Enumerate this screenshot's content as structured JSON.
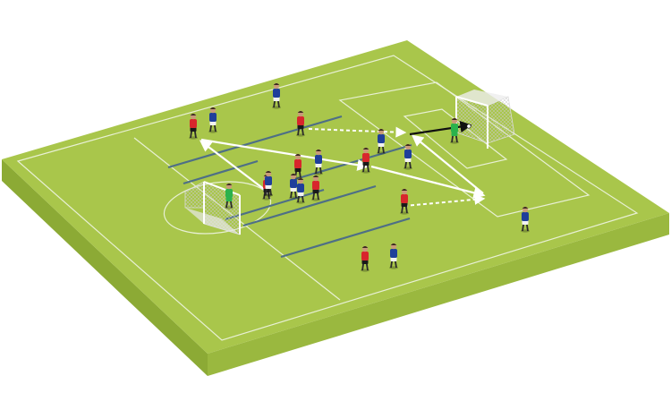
{
  "diagram": {
    "type": "soccer-training-drill",
    "view": "isometric pitch",
    "colors": {
      "pitch_top": "#a9c64b",
      "pitch_side_left": "#8caa35",
      "pitch_side_front": "#9ab83f",
      "lines": "#e8f0d4",
      "zone_lines": "#4e6f86",
      "team_red_shirt": "#d8262c",
      "team_red_shorts": "#1a1a1a",
      "team_blue_shirt": "#1f3f9a",
      "team_blue_shorts": "#f2f2f2",
      "goalkeeper_shirt": "#2bb24c",
      "pass_arrow": "#ffffff",
      "run_arrow": "#ffffff",
      "shot_arrow": "#111111"
    },
    "players": [
      {
        "team": "blue",
        "role": "outfield"
      },
      {
        "team": "red",
        "role": "outfield"
      },
      {
        "team": "blue",
        "role": "outfield"
      },
      {
        "team": "red",
        "role": "outfield"
      },
      {
        "team": "blue",
        "role": "outfield"
      },
      {
        "team": "red",
        "role": "outfield"
      },
      {
        "team": "blue",
        "role": "outfield"
      },
      {
        "team": "red",
        "role": "outfield"
      },
      {
        "team": "blue",
        "role": "outfield"
      },
      {
        "team": "red",
        "role": "outfield"
      },
      {
        "team": "red",
        "role": "outfield"
      },
      {
        "team": "blue",
        "role": "outfield"
      },
      {
        "team": "blue",
        "role": "outfield"
      },
      {
        "team": "red",
        "role": "outfield"
      },
      {
        "team": "red",
        "role": "outfield"
      },
      {
        "team": "blue",
        "role": "outfield"
      },
      {
        "team": "blue",
        "role": "outfield"
      },
      {
        "team": "red",
        "role": "outfield"
      },
      {
        "team": "blue",
        "role": "outfield"
      },
      {
        "team": "green",
        "role": "goalkeeper"
      },
      {
        "team": "green",
        "role": "goalkeeper"
      }
    ],
    "goals": [
      "near-goal",
      "far-goal"
    ],
    "arrows": [
      {
        "kind": "pass",
        "style": "solid"
      },
      {
        "kind": "pass",
        "style": "solid"
      },
      {
        "kind": "pass",
        "style": "solid"
      },
      {
        "kind": "pass",
        "style": "solid"
      },
      {
        "kind": "run",
        "style": "dashed"
      },
      {
        "kind": "run",
        "style": "dashed"
      },
      {
        "kind": "shot",
        "style": "solid"
      }
    ]
  }
}
